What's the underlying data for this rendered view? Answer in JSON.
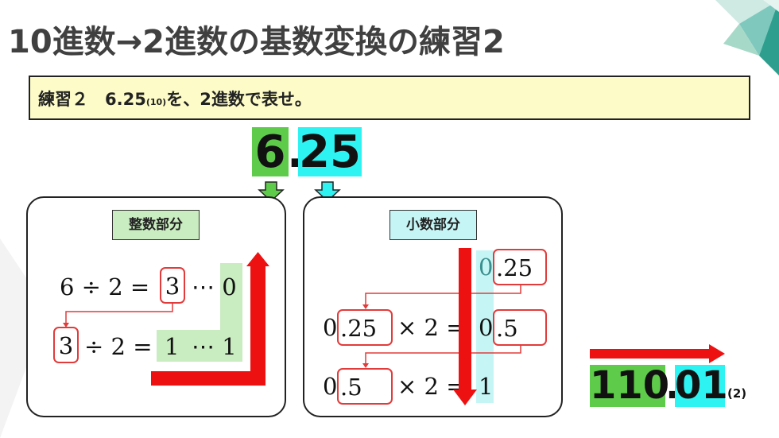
{
  "title": "10進数→2進数の基数変換の練習2",
  "question": {
    "prefix": "練習２　6.25",
    "base": "(10)",
    "suffix": "を、2進数で表せ。"
  },
  "top_number": {
    "integer": "6",
    "dot": ".",
    "fraction": "25"
  },
  "integer_panel": {
    "label": "整数部分",
    "row1": {
      "a": "6",
      "op": "÷",
      "b": "2",
      "eq": "=",
      "q": "3",
      "dots": "⋯",
      "r": "0"
    },
    "row2": {
      "a": "3",
      "op": "÷",
      "b": "2",
      "eq": "=",
      "q": "1",
      "dots": "⋯",
      "r": "1"
    }
  },
  "fraction_panel": {
    "label": "小数部分",
    "top": {
      "int": "0",
      "frac": ".25"
    },
    "row1": {
      "lhs_int": "0",
      "lhs_frac": ".25",
      "op": "×",
      "b": "2",
      "eq": "=",
      "res_int": "0",
      "res_frac": ".5"
    },
    "row2": {
      "lhs_int": "0",
      "lhs_frac": ".5",
      "op": "×",
      "b": "2",
      "eq": "=",
      "res_int": "1"
    }
  },
  "answer": {
    "integer": "110",
    "dot": ".",
    "fraction": "01",
    "base": "(2)"
  },
  "colors": {
    "green": "#5ecc4a",
    "cyan": "#2ef3f3",
    "red": "#ee1111",
    "light_green": "#c9ecc0",
    "light_cyan": "#c6f5f5",
    "question_bg": "#fdfcc8"
  }
}
